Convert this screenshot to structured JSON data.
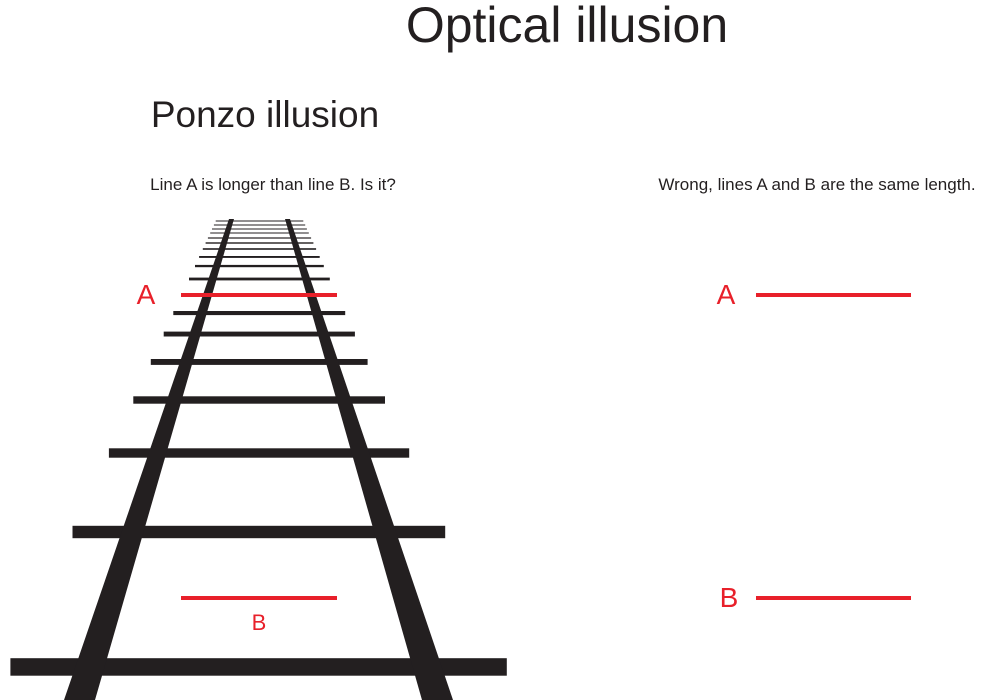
{
  "header": {
    "title": "Optical illusion"
  },
  "left": {
    "subtitle": "Ponzo illusion",
    "caption": "Line A is longer than line B. Is it?",
    "label_a": "A",
    "label_b": "B"
  },
  "right": {
    "caption": "Wrong, lines A and B are the same length.",
    "label_a": "A",
    "label_b": "B"
  },
  "colors": {
    "ink": "#231f20",
    "accent": "#e8202a",
    "background": "#ffffff"
  },
  "track": {
    "tie_count": 17
  }
}
